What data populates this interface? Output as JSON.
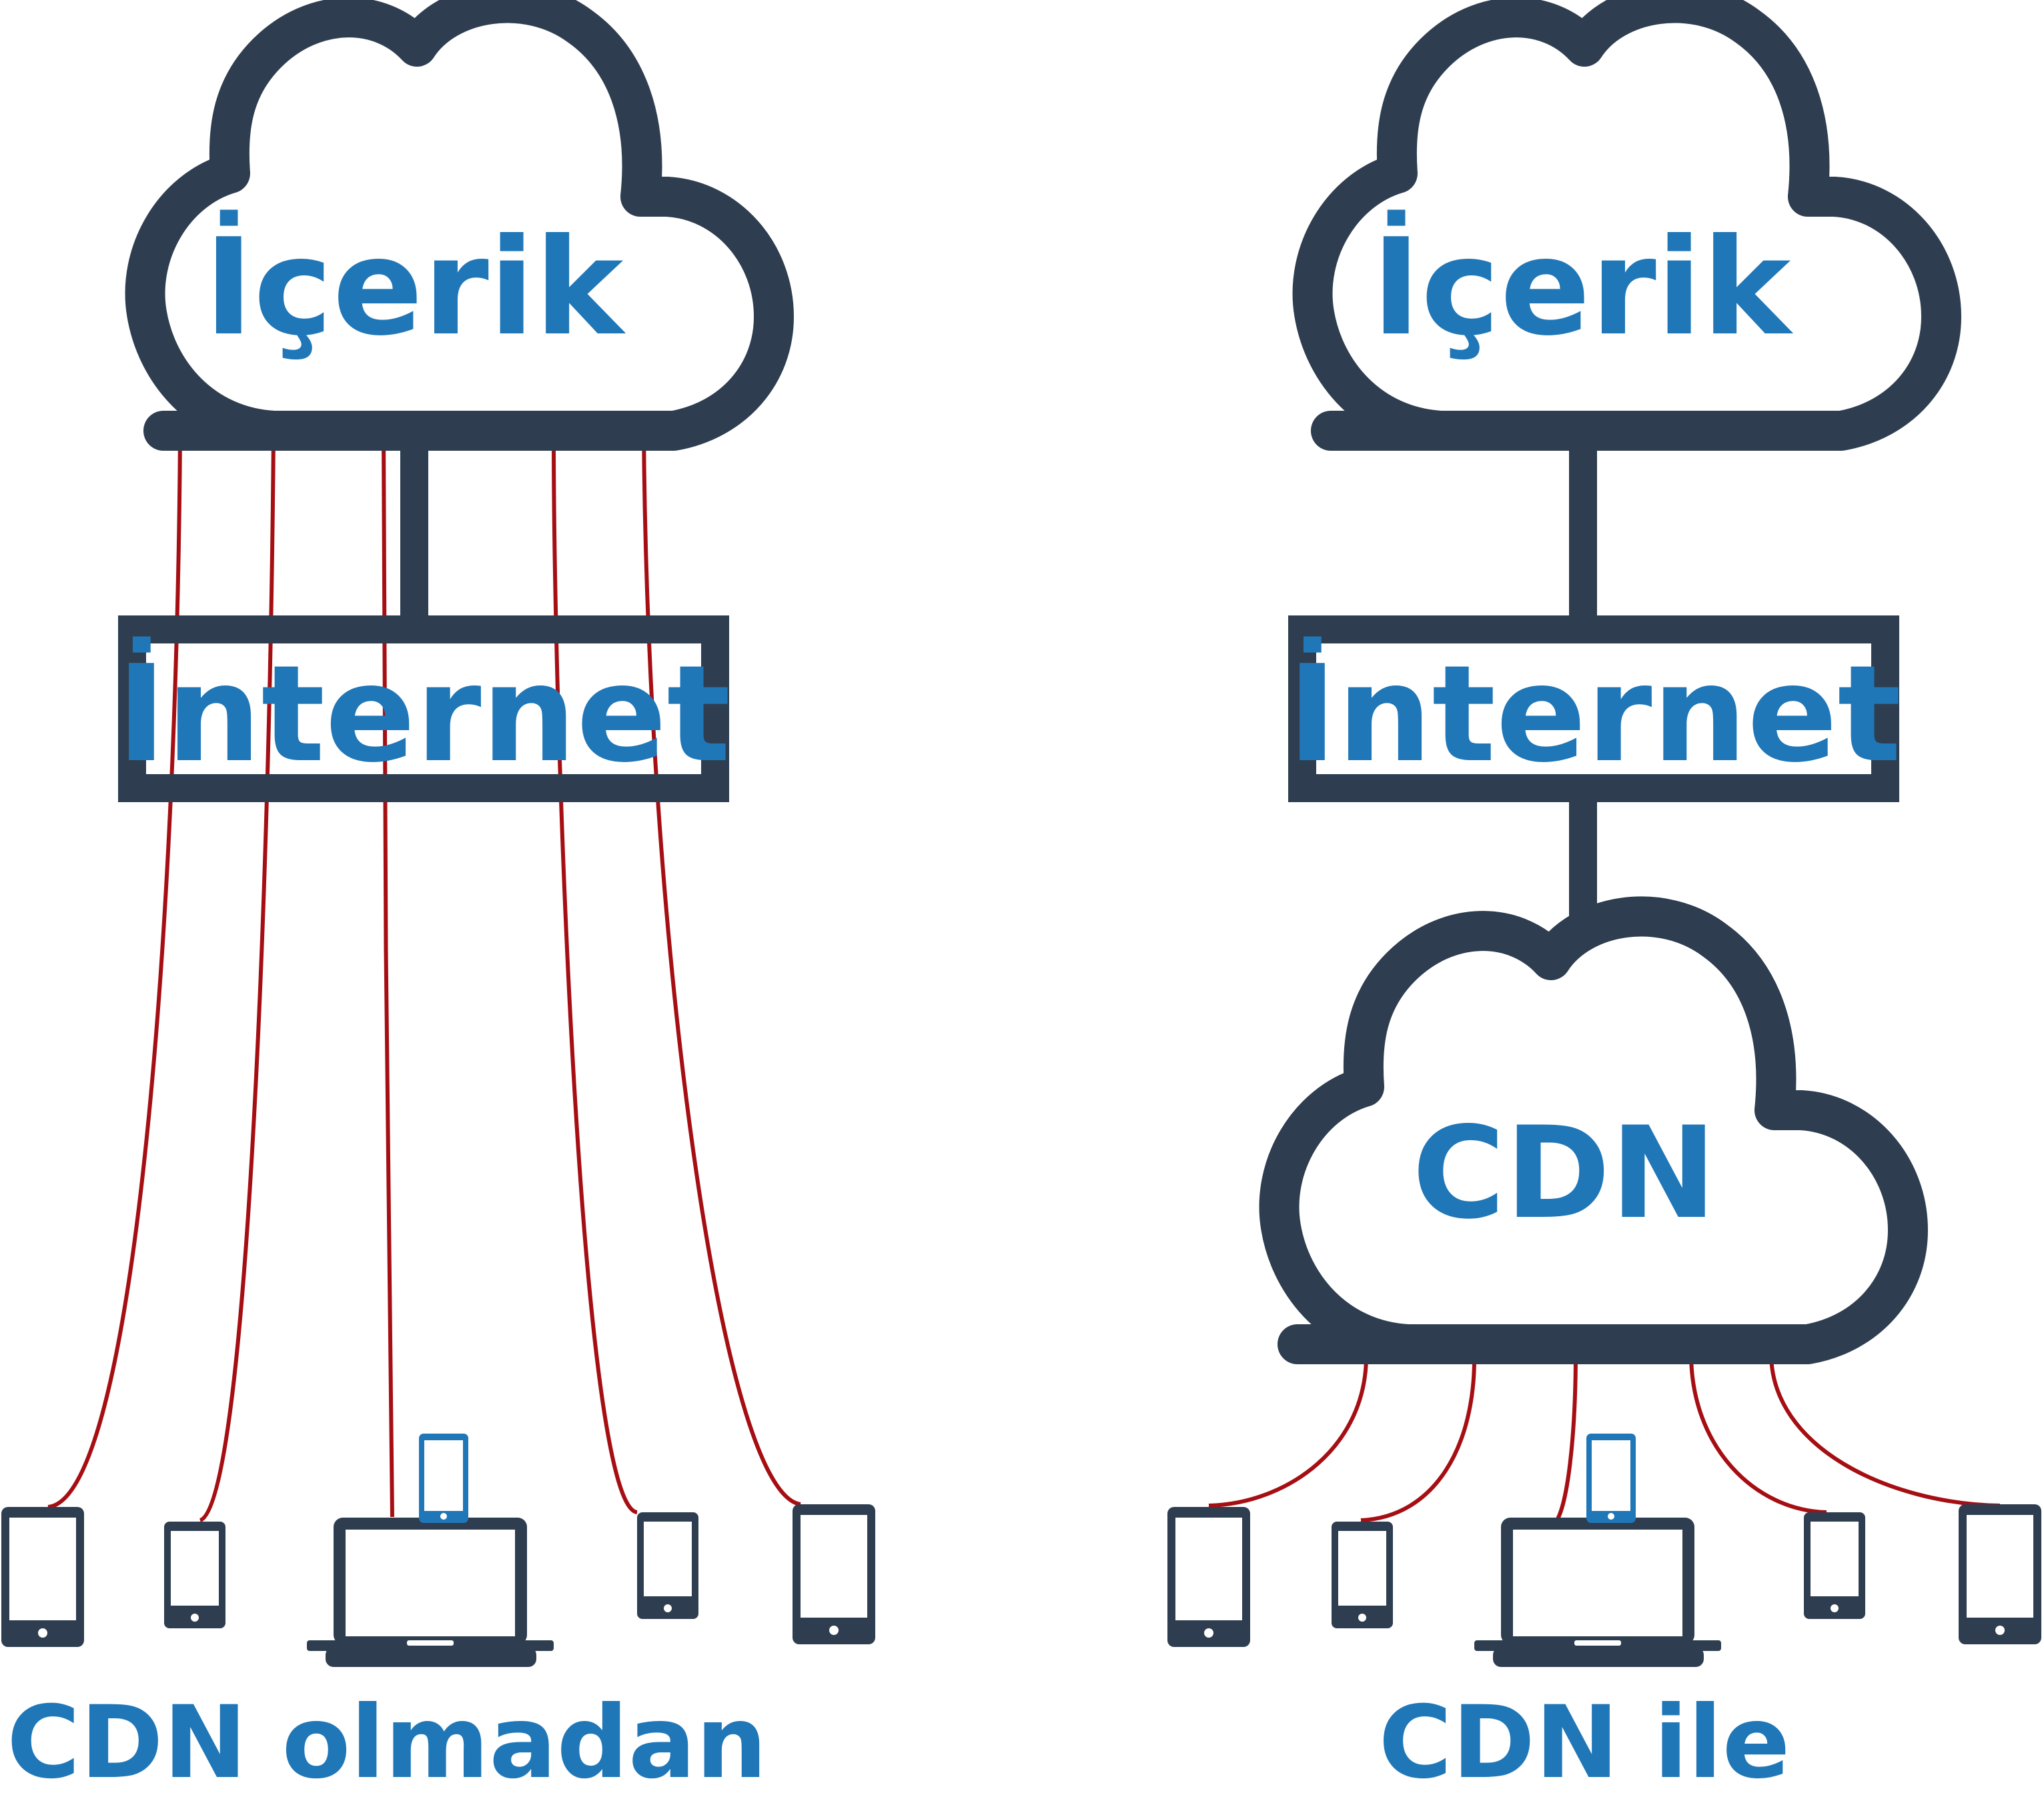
{
  "colors": {
    "dark": "#2e3e50",
    "blue": "#2077b8",
    "red": "#a50f13",
    "white": "#ffffff"
  },
  "left_diagram": {
    "cloud_label": "İçerik",
    "box_label": "İnternet",
    "caption": "CDN olmadan",
    "devices": [
      "tablet",
      "phone",
      "laptop-with-phone",
      "phone",
      "tablet"
    ]
  },
  "right_diagram": {
    "cloud_label": "İçerik",
    "box_label": "İnternet",
    "cdn_label": "CDN",
    "caption": "CDN ile",
    "devices": [
      "tablet",
      "phone",
      "laptop-with-phone",
      "phone",
      "tablet"
    ]
  }
}
